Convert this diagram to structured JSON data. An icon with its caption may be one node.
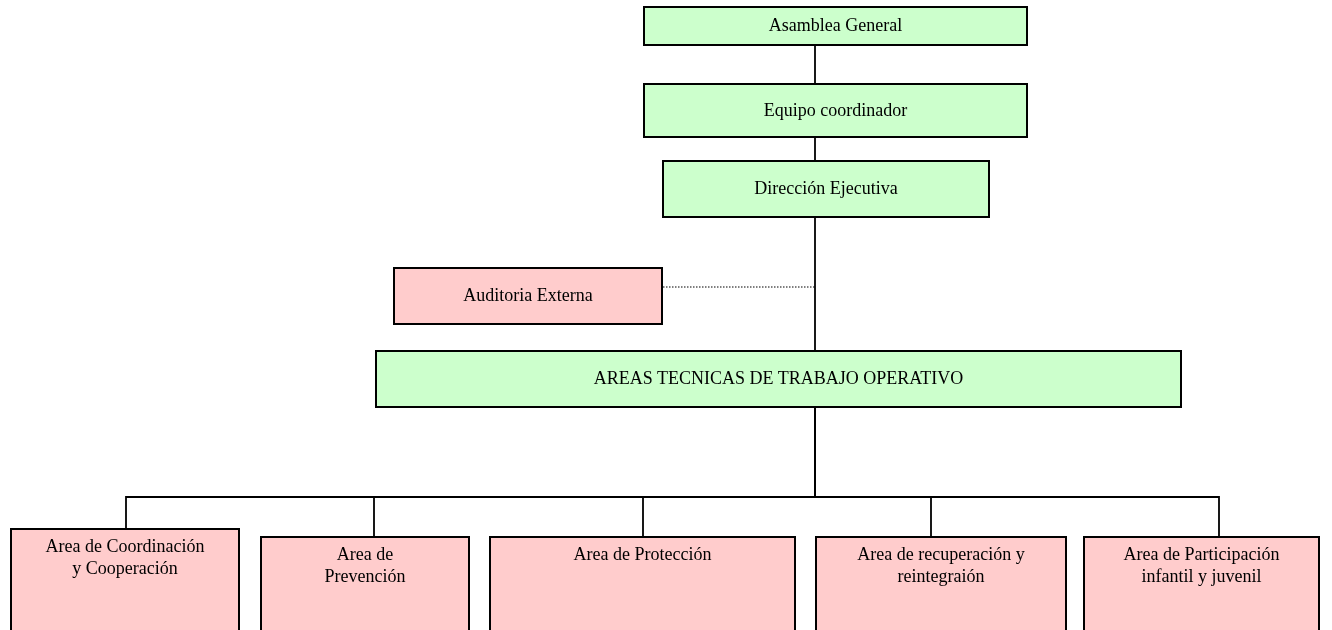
{
  "diagram": {
    "nodes": [
      {
        "text": [
          "Asamblea General"
        ]
      },
      {
        "text": [
          "Equipo coordinador"
        ]
      },
      {
        "text": [
          "Dirección Ejecutiva"
        ]
      },
      {
        "text": [
          "Auditoria Externa"
        ]
      },
      {
        "text": [
          "AREAS TECNICAS DE TRABAJO OPERATIVO"
        ]
      },
      {
        "text": [
          "Area de Coordinación y Cooperación"
        ]
      },
      {
        "text": [
          "Area de Prevención"
        ]
      },
      {
        "text": [
          "Area de Protección"
        ]
      },
      {
        "text": [
          "Area de recuperación y reintegraión"
        ]
      },
      {
        "text": [
          "Area de Participación infantil y juvenil"
        ]
      }
    ],
    "edges": [
      {
        "from": 0,
        "to": 1,
        "arrow": "none"
      },
      {
        "from": 1,
        "to": 2,
        "arrow": "none"
      },
      {
        "from": 2,
        "to": 4,
        "arrow": "none"
      },
      {
        "from": 3,
        "to": null,
        "arrow": "none",
        "style": "dashed"
      },
      {
        "from": 4,
        "to": 5,
        "arrow": "none"
      },
      {
        "from": 4,
        "to": 6,
        "arrow": "none"
      },
      {
        "from": 4,
        "to": 7,
        "arrow": "none"
      },
      {
        "from": 4,
        "to": 8,
        "arrow": "none"
      },
      {
        "from": 4,
        "to": 9,
        "arrow": "none"
      }
    ]
  }
}
